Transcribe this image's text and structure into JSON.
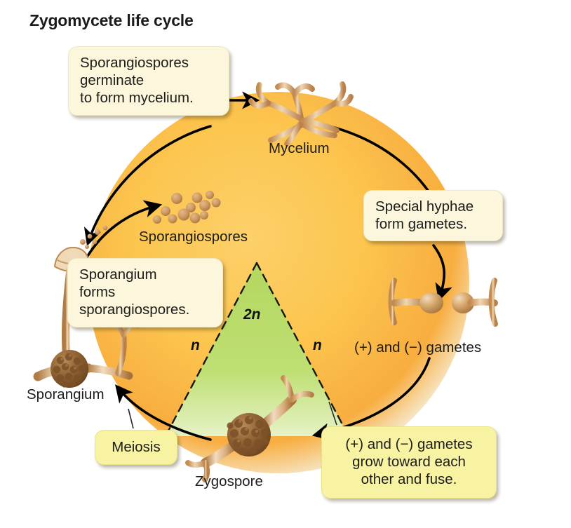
{
  "title": "Zygomycete life cycle",
  "colors": {
    "background": "#ffffff",
    "circle_outer": "#f7a23a",
    "circle_inner": "#fcc54e",
    "triangle_green": "#b9d964",
    "callout_cream": "#fbf6dc",
    "callout_yellow": "#f8f3a2",
    "organism_tan": "#d9a871",
    "spore_brown": "#8a5a2b",
    "arrow_black": "#000000",
    "text": "#1d1d1b"
  },
  "callouts": [
    {
      "id": "germinate",
      "style": "cream",
      "text": "Sporangiospores\ngerminate\nto form mycelium."
    },
    {
      "id": "hyphae",
      "style": "cream",
      "text": "Special hyphae\nform gametes."
    },
    {
      "id": "sporangium_forms",
      "style": "cream",
      "text": "Sporangium\nforms\nsporangiospores."
    },
    {
      "id": "meiosis",
      "style": "yellow",
      "text": "Meiosis"
    },
    {
      "id": "fuse",
      "style": "yellow",
      "text": "(+) and (−) gametes\ngrow toward each\nother and fuse."
    }
  ],
  "figure_labels": [
    {
      "id": "mycelium",
      "text": "Mycelium"
    },
    {
      "id": "sporangiospores",
      "text": "Sporangiospores"
    },
    {
      "id": "sporangium",
      "text": "Sporangium"
    },
    {
      "id": "zygospore",
      "text": "Zygospore"
    },
    {
      "id": "gametes",
      "text": "(+) and (−) gametes"
    }
  ],
  "ploidy_labels": [
    {
      "id": "diploid",
      "text": "2n",
      "region": "inside-green-triangle"
    },
    {
      "id": "haploid_left",
      "text": "n",
      "region": "left-of-triangle"
    },
    {
      "id": "haploid_right",
      "text": "n",
      "region": "right-of-triangle"
    }
  ],
  "diagram": {
    "type": "life-cycle",
    "shape": "circular",
    "stages": [
      "Mycelium",
      "Special hyphae form gametes",
      "(+) and (−) gametes",
      "Gametes fuse",
      "Zygospore",
      "Meiosis",
      "Sporangium",
      "Sporangiospores",
      "Sporangiospores germinate to form mycelium"
    ],
    "ploidy_regions": {
      "diploid_2n": "green triangle wedge (zygospore)",
      "haploid_n": "orange circle (remainder of cycle)"
    }
  }
}
